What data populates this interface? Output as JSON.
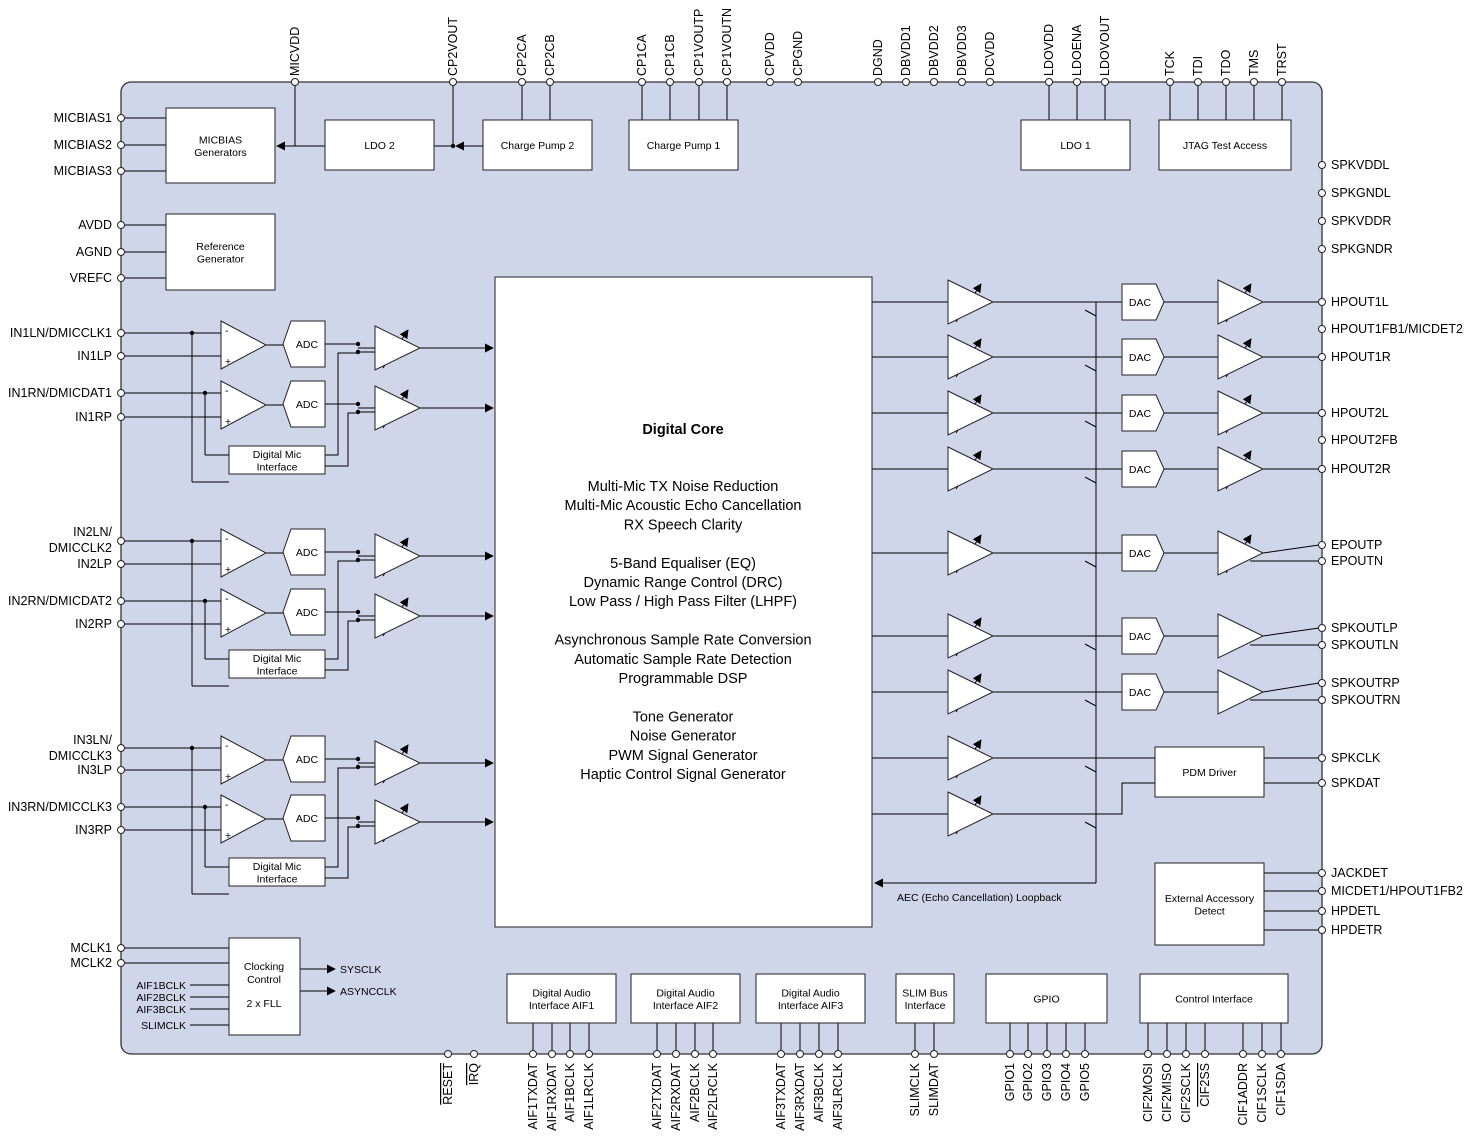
{
  "top_pins": [
    "MICVDD",
    "CP2VOUT",
    "CP2CA",
    "CP2CB",
    "CP1CA",
    "CP1CB",
    "CP1VOUTP",
    "CP1VOUTN",
    "CPVDD",
    "CPGND",
    "DGND",
    "DBVDD1",
    "DBVDD2",
    "DBVDD3",
    "DCVDD",
    "LDOVDD",
    "LDOENA",
    "LDOVOUT",
    "TCK",
    "TDI",
    "TDO",
    "TMS",
    "TRST"
  ],
  "left_pins": [
    "MICBIAS1",
    "MICBIAS2",
    "MICBIAS3",
    "AVDD",
    "AGND",
    "VREFC",
    "IN1LN/DMICCLK1",
    "IN1LP",
    "IN1RN/DMICDAT1",
    "IN1RP",
    "IN2LN/",
    "DMICCLK2",
    "IN2LP",
    "IN2RN/DMICDAT2",
    "IN2RP",
    "IN3LN/",
    "DMICCLK3",
    "IN3LP",
    "IN3RN/DMICCLK3",
    "IN3RP",
    "MCLK1",
    "MCLK2"
  ],
  "right_pins": [
    "SPKVDDL",
    "SPKGNDL",
    "SPKVDDR",
    "SPKGNDR",
    "HPOUT1L",
    "HPOUT1FB1/MICDET2",
    "HPOUT1R",
    "HPOUT2L",
    "HPOUT2FB",
    "HPOUT2R",
    "EPOUTP",
    "EPOUTN",
    "SPKOUTLP",
    "SPKOUTLN",
    "SPKOUTRP",
    "SPKOUTRN",
    "SPKCLK",
    "SPKDAT",
    "JACKDET",
    "MICDET1/HPOUT1FB2",
    "HPDETL",
    "HPDETR"
  ],
  "bottom_pins": [
    "RESET",
    "IRQ",
    "AIF1TXDAT",
    "AIF1RXDAT",
    "AIF1BCLK",
    "AIF1LRCLK",
    "AIF2TXDAT",
    "AIF2RXDAT",
    "AIF2BCLK",
    "AIF2LRCLK",
    "AIF3TXDAT",
    "AIF3RXDAT",
    "AIF3BCLK",
    "AIF3LRCLK",
    "SLIMCLK",
    "SLIMDAT",
    "GPIO1",
    "GPIO2",
    "GPIO3",
    "GPIO4",
    "GPIO5",
    "CIF2MOSI",
    "CIF2MISO",
    "CIF2SCLK",
    "CIF2SS",
    "CIF1ADDR",
    "CIF1SCLK",
    "CIF1SDA"
  ],
  "blocks": {
    "micbias": [
      "MICBIAS",
      "Generators"
    ],
    "ldo2": "LDO 2",
    "cp2": "Charge Pump 2",
    "cp1": "Charge Pump 1",
    "ldo1": "LDO 1",
    "jtag": "JTAG Test Access",
    "ref": [
      "Reference",
      "Generator"
    ],
    "adc": "ADC",
    "dmic": [
      "Digital Mic",
      "Interface"
    ],
    "dac": "DAC",
    "pdm": "PDM Driver",
    "accessory": [
      "External Accessory",
      "Detect"
    ],
    "clocking": [
      "Clocking",
      "Control",
      "2 x FLL"
    ],
    "aif1": [
      "Digital Audio",
      "Interface AIF1"
    ],
    "aif2": [
      "Digital Audio",
      "Interface AIF2"
    ],
    "aif3": [
      "Digital Audio",
      "Interface AIF3"
    ],
    "slim": [
      "SLIM Bus",
      "Interface"
    ],
    "gpio": "GPIO",
    "control": "Control Interface"
  },
  "clock_inputs": [
    "AIF1BCLK",
    "AIF2BCLK",
    "AIF3BCLK",
    "SLIMCLK"
  ],
  "clock_outputs": [
    "SYSCLK",
    "ASYNCCLK"
  ],
  "core": {
    "title": "Digital Core",
    "lines": [
      "Multi-Mic TX Noise Reduction",
      "Multi-Mic Acoustic Echo Cancellation",
      "RX Speech Clarity",
      "",
      "5-Band Equaliser (EQ)",
      "Dynamic Range Control (DRC)",
      "Low Pass / High Pass Filter (LHPF)",
      "",
      "Asynchronous Sample Rate Conversion",
      "Automatic Sample Rate Detection",
      "Programmable DSP",
      "",
      "Tone Generator",
      "Noise Generator",
      "PWM Signal Generator",
      "Haptic Control Signal Generator"
    ]
  },
  "loopback_label": "AEC (Echo Cancellation) Loopback",
  "amp_signs": [
    "-",
    "+"
  ]
}
